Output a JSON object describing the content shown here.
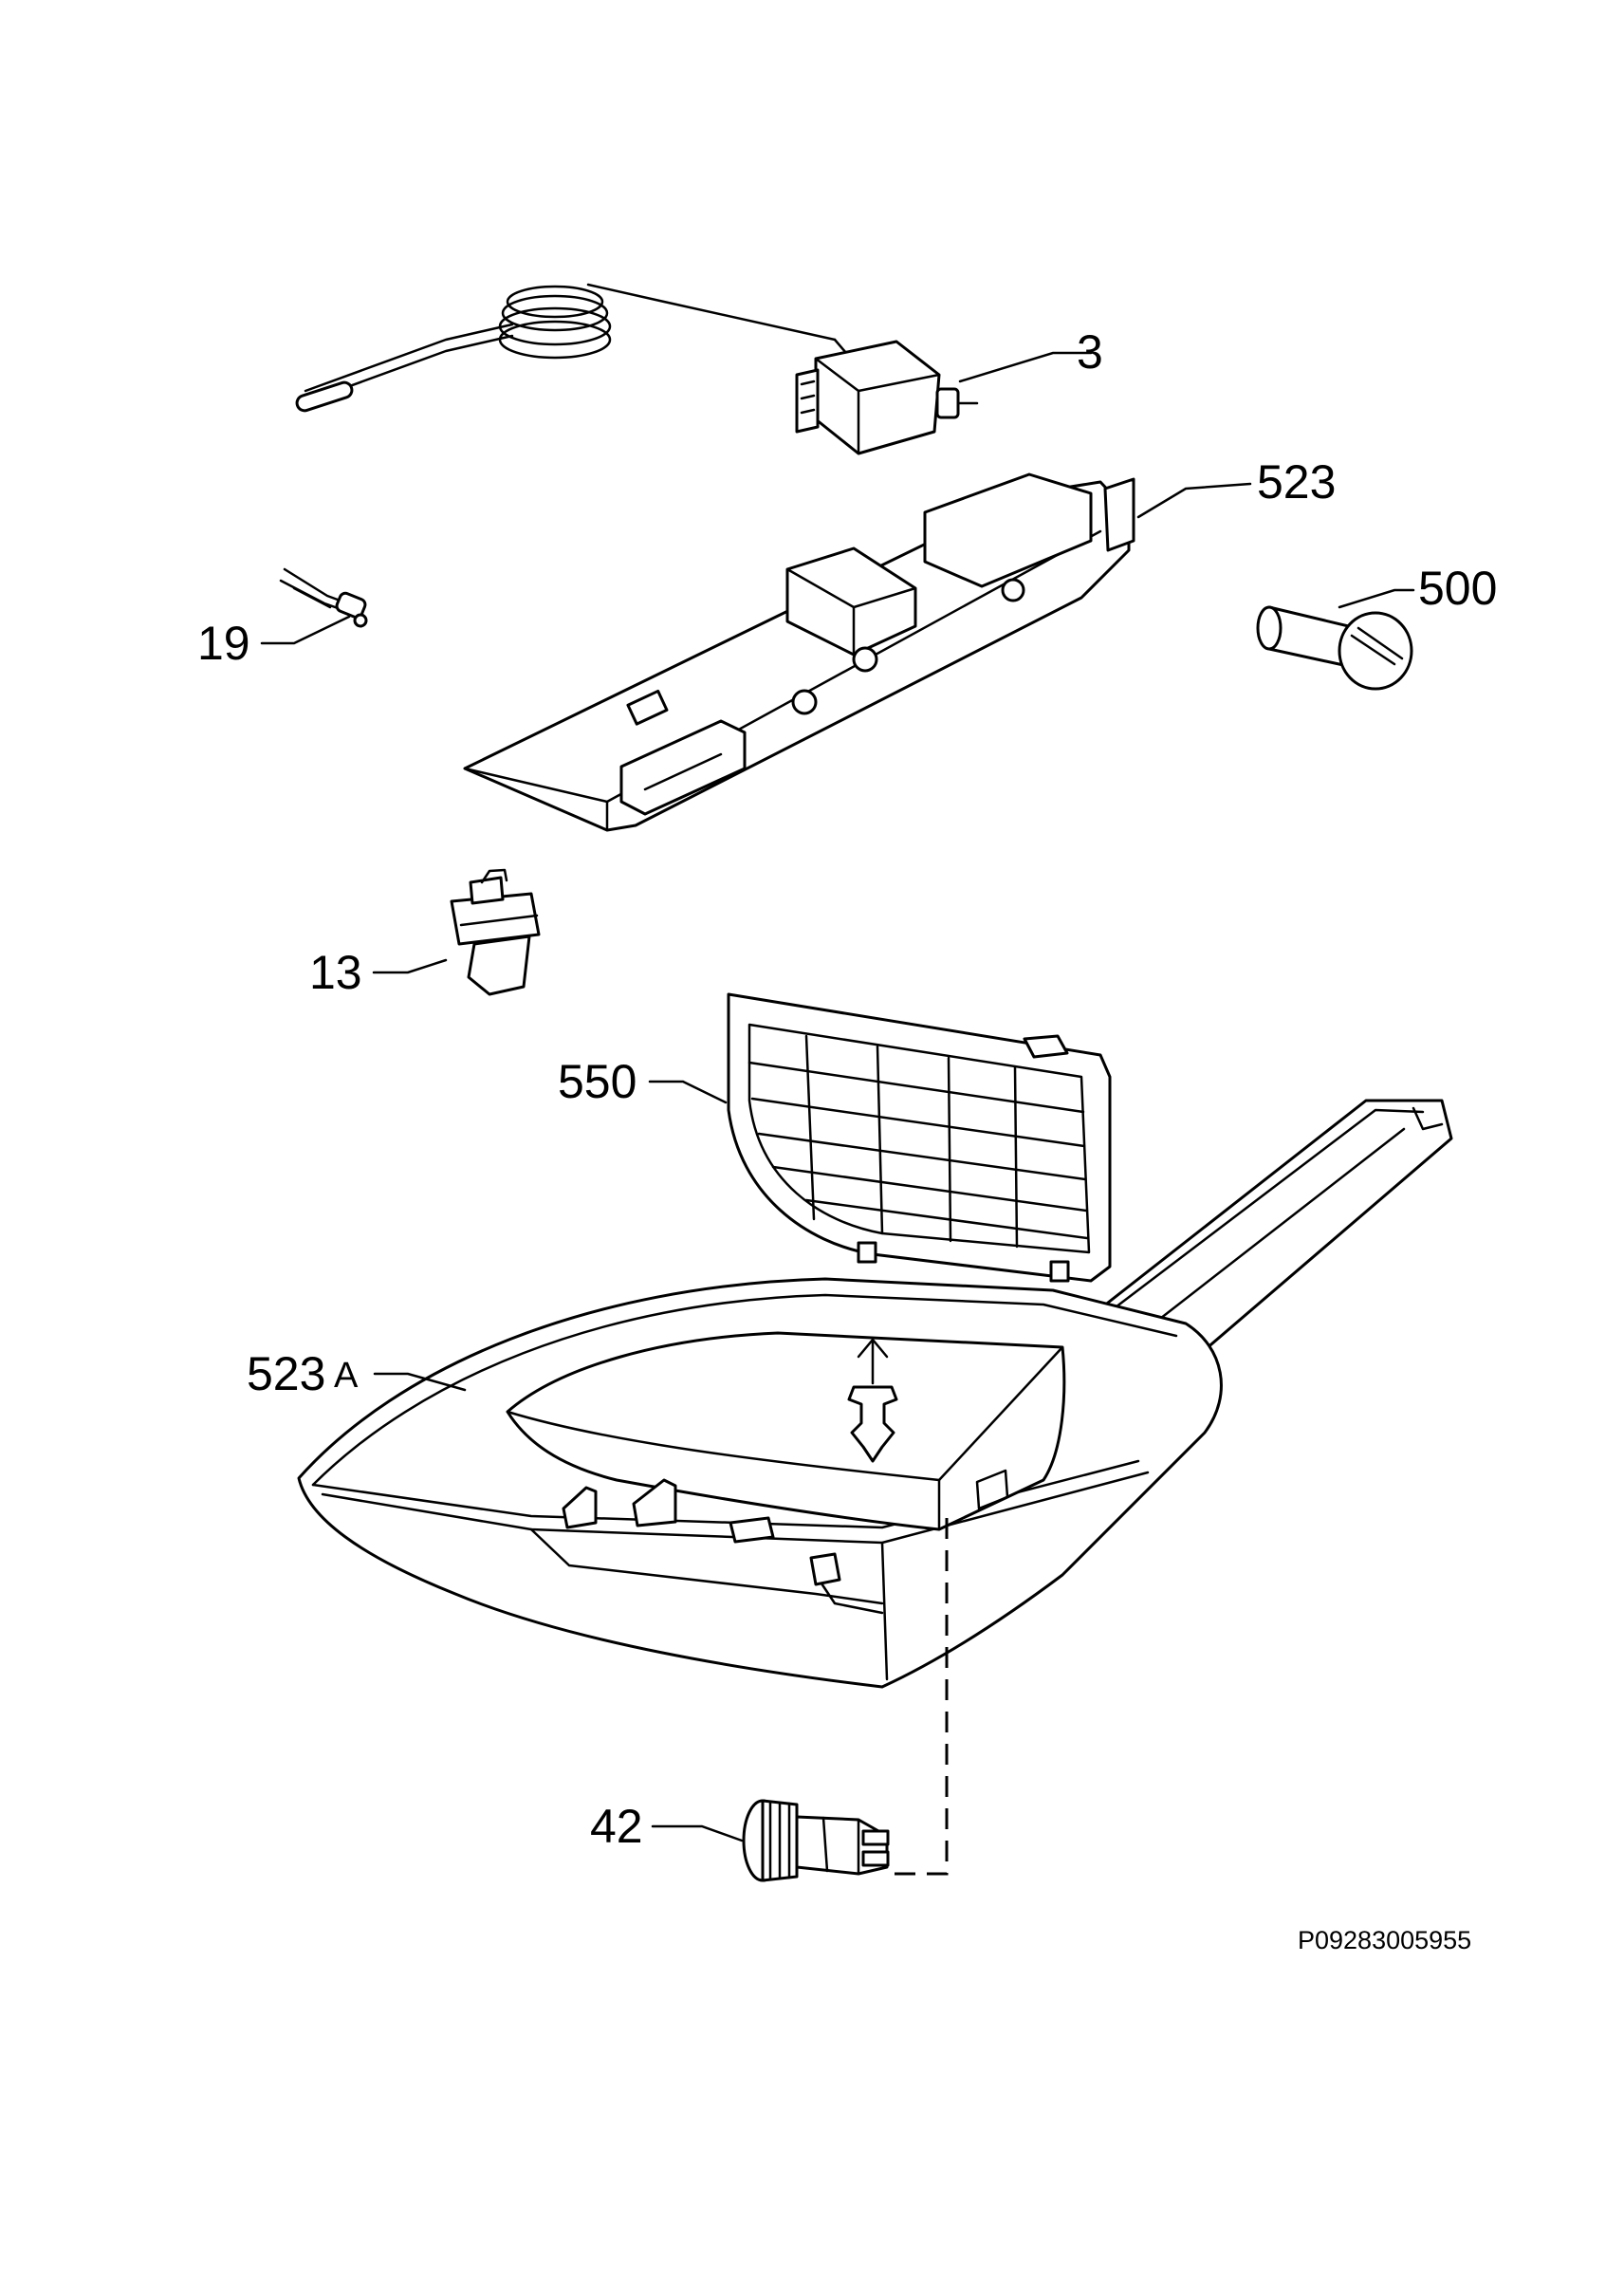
{
  "callouts": {
    "c3": "3",
    "c523": "523",
    "c500": "500",
    "c19": "19",
    "c13": "13",
    "c550": "550",
    "c523a_num": "523",
    "c523a_suffix": "A",
    "c42": "42"
  },
  "drawing_code": "P09283005955",
  "colors": {
    "line": "#000000",
    "background": "#ffffff"
  }
}
